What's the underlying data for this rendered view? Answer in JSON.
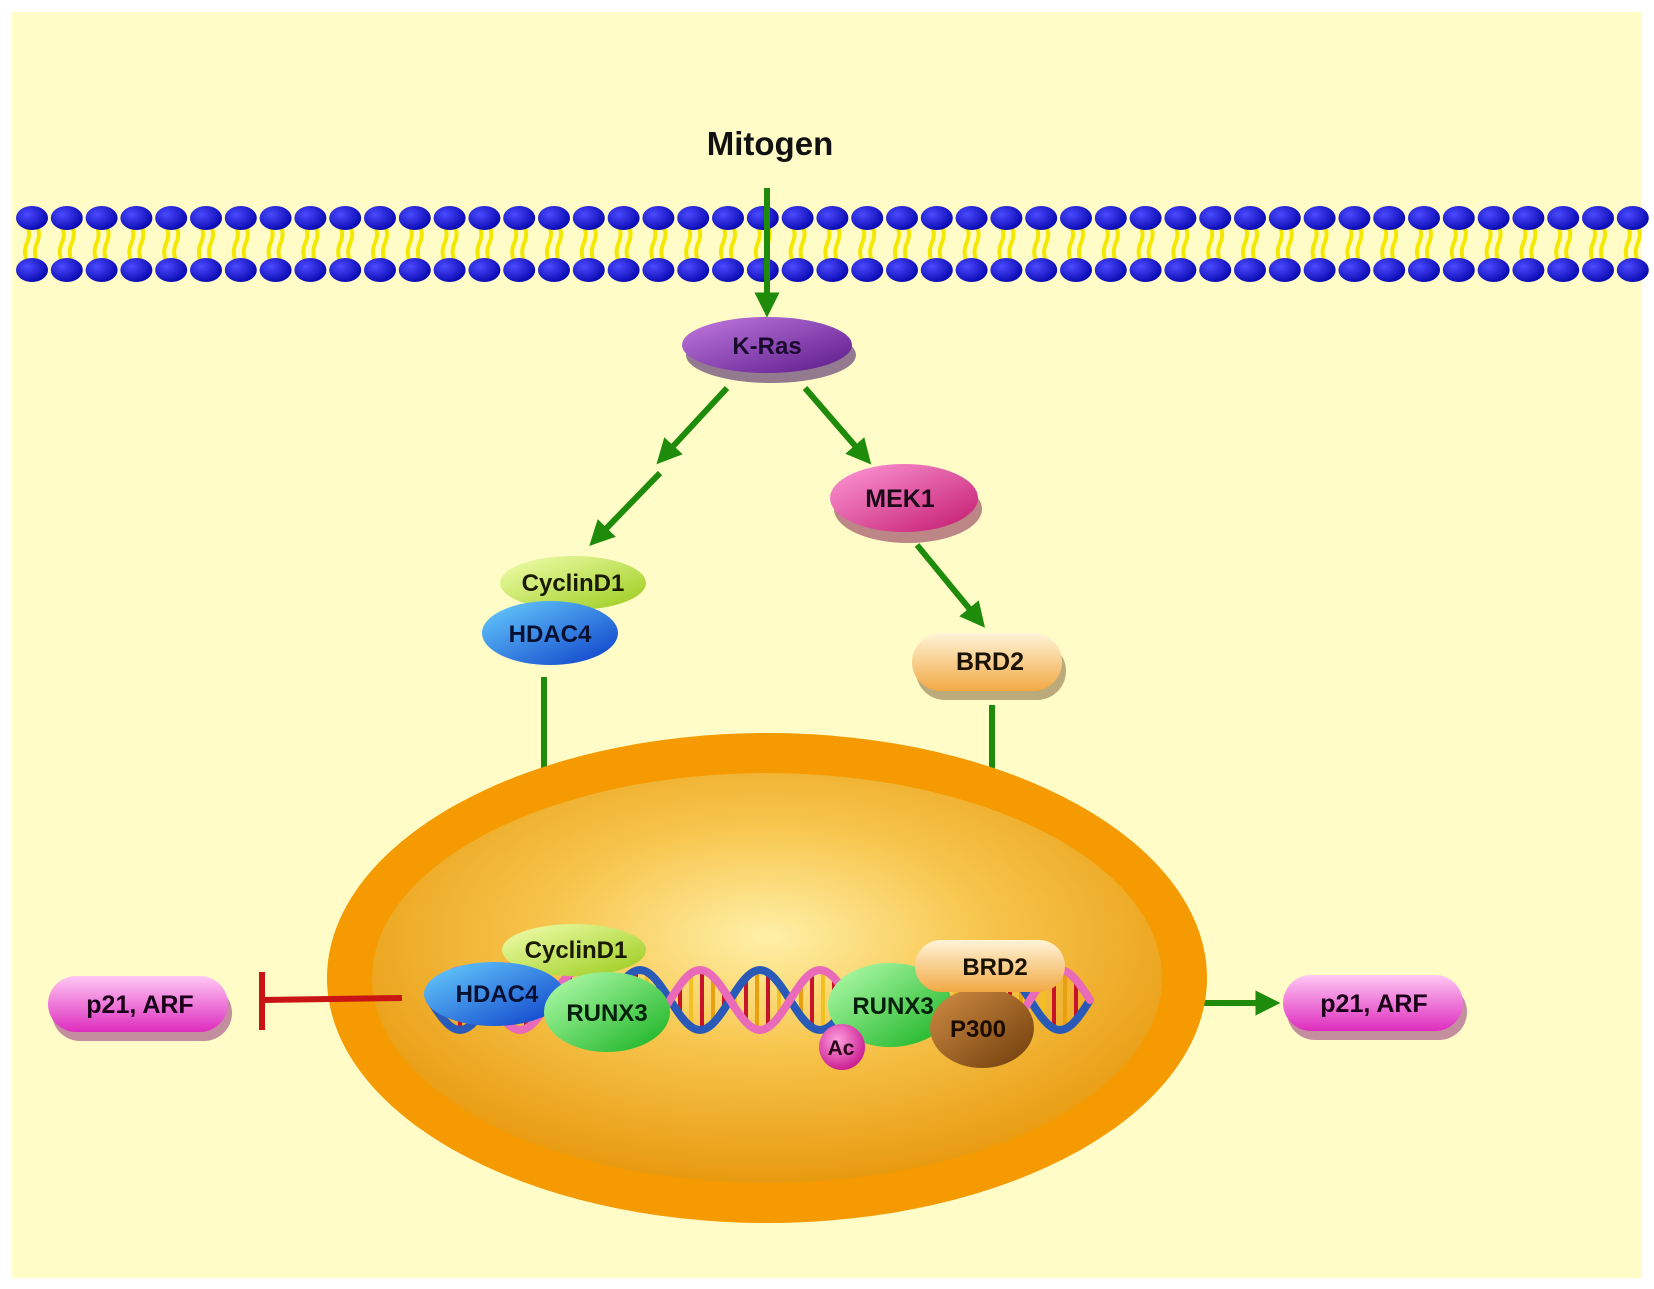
{
  "labels": {
    "mitogen": "Mitogen",
    "kras": "K-Ras",
    "mek1": "MEK1",
    "cyclind1_cyto": "CyclinD1",
    "hdac4_cyto": "HDAC4",
    "brd2_cyto": "BRD2",
    "cyclind1_nuc": "CyclinD1",
    "hdac4_nuc": "HDAC4",
    "runx3_left": "RUNX3",
    "brd2_nuc": "BRD2",
    "runx3_right": "RUNX3",
    "p300": "P300",
    "ac": "Ac",
    "p21_left": "p21, ARF",
    "p21_right": "p21, ARF"
  },
  "colors": {
    "background": "#fffcc8",
    "membrane_head": "#0a0adc",
    "membrane_tail": "#f4e800",
    "activation_arrow": "#1e8c0a",
    "inhibition": "#c81414",
    "nucleus_outer": "#f59a00",
    "nucleus_inner": "#f2b530"
  },
  "icons": {
    "activation": "arrow-icon",
    "inhibition": "t-bar-inhibition-icon",
    "dna": "dna-helix-icon",
    "membrane": "lipid-bilayer-icon"
  }
}
